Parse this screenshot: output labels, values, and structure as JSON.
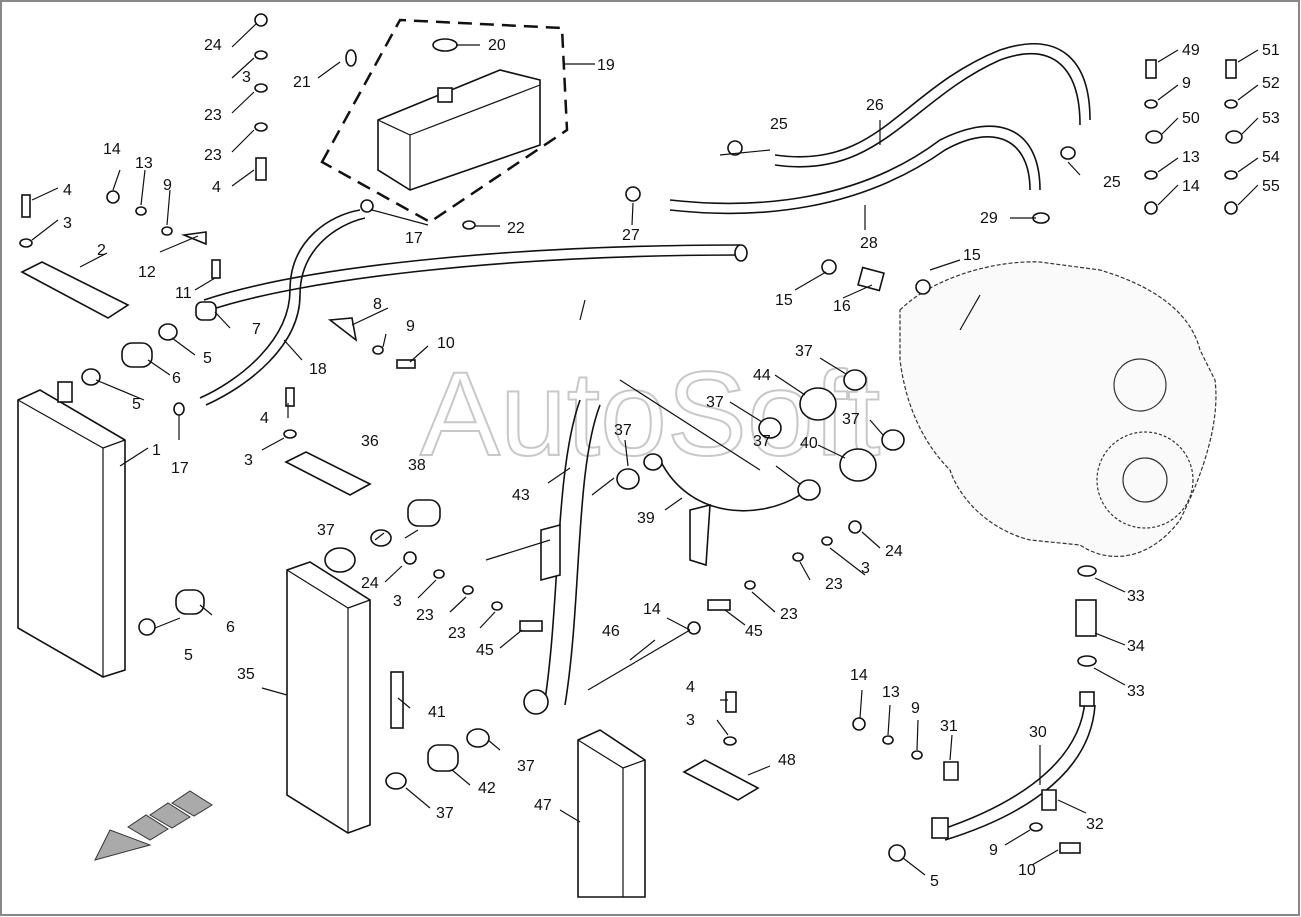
{
  "watermark": "AutoSoft",
  "labels": {
    "l1": "1",
    "l2": "2",
    "l3a": "3",
    "l3b": "3",
    "l3c": "3",
    "l3d": "3",
    "l3e": "3",
    "l3f": "3",
    "l4a": "4",
    "l4b": "4",
    "l4c": "4",
    "l4d": "4",
    "l5a": "5",
    "l5b": "5",
    "l5c": "5",
    "l5d": "5",
    "l6a": "6",
    "l6b": "6",
    "l7": "7",
    "l8": "8",
    "l9a": "9",
    "l9b": "9",
    "l9c": "9",
    "l9d": "9",
    "l9e": "9",
    "l10a": "10",
    "l10b": "10",
    "l11": "11",
    "l12": "12",
    "l13a": "13",
    "l13b": "13",
    "l13c": "13",
    "l14a": "14",
    "l14b": "14",
    "l14c": "14",
    "l14d": "14",
    "l15a": "15",
    "l15b": "15",
    "l16": "16",
    "l17a": "17",
    "l17b": "17",
    "l18": "18",
    "l19": "19",
    "l20": "20",
    "l21": "21",
    "l22": "22",
    "l23a": "23",
    "l23b": "23",
    "l23c": "23",
    "l23d": "23",
    "l23e": "23",
    "l23f": "23",
    "l24a": "24",
    "l24b": "24",
    "l24c": "24",
    "l25a": "25",
    "l25b": "25",
    "l26": "26",
    "l27": "27",
    "l28": "28",
    "l29": "29",
    "l30": "30",
    "l31": "31",
    "l32": "32",
    "l33a": "33",
    "l33b": "33",
    "l34": "34",
    "l35": "35",
    "l36": "36",
    "l37a": "37",
    "l37b": "37",
    "l37c": "37",
    "l37d": "37",
    "l37e": "37",
    "l37f": "37",
    "l37g": "37",
    "l37h": "37",
    "l38": "38",
    "l39": "39",
    "l40": "40",
    "l41": "41",
    "l42": "42",
    "l43": "43",
    "l44": "44",
    "l45a": "45",
    "l45b": "45",
    "l46": "46",
    "l47": "47",
    "l48": "48",
    "l49": "49",
    "l50": "50",
    "l51": "51",
    "l52": "52",
    "l53": "53",
    "l54": "54",
    "l55": "55"
  }
}
